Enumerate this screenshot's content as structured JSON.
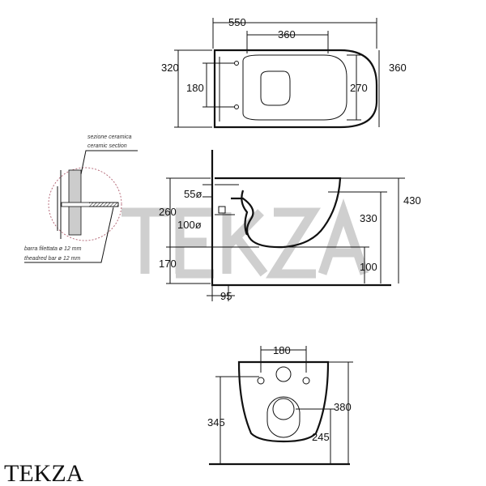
{
  "top_view": {
    "d_550": "550",
    "d_360_top": "360",
    "d_320": "320",
    "d_180": "180",
    "d_360_right": "360",
    "d_270": "270"
  },
  "detail": {
    "section_it": "sezione ceramica",
    "section_en": "ceramic section",
    "bar_it": "barra filettata ø 12 mm",
    "bar_en": "theadred bar ø 12 mm"
  },
  "side_view": {
    "d_55": "55ø",
    "d_260": "260",
    "d_100o": "100ø",
    "d_170": "170",
    "d_95": "95",
    "d_430": "430",
    "d_330": "330",
    "d_100": "100"
  },
  "front_view": {
    "d_180": "180",
    "d_345": "345",
    "d_380": "380",
    "d_245": "245"
  },
  "watermark": "TEKZA",
  "logo": "TEKZA"
}
